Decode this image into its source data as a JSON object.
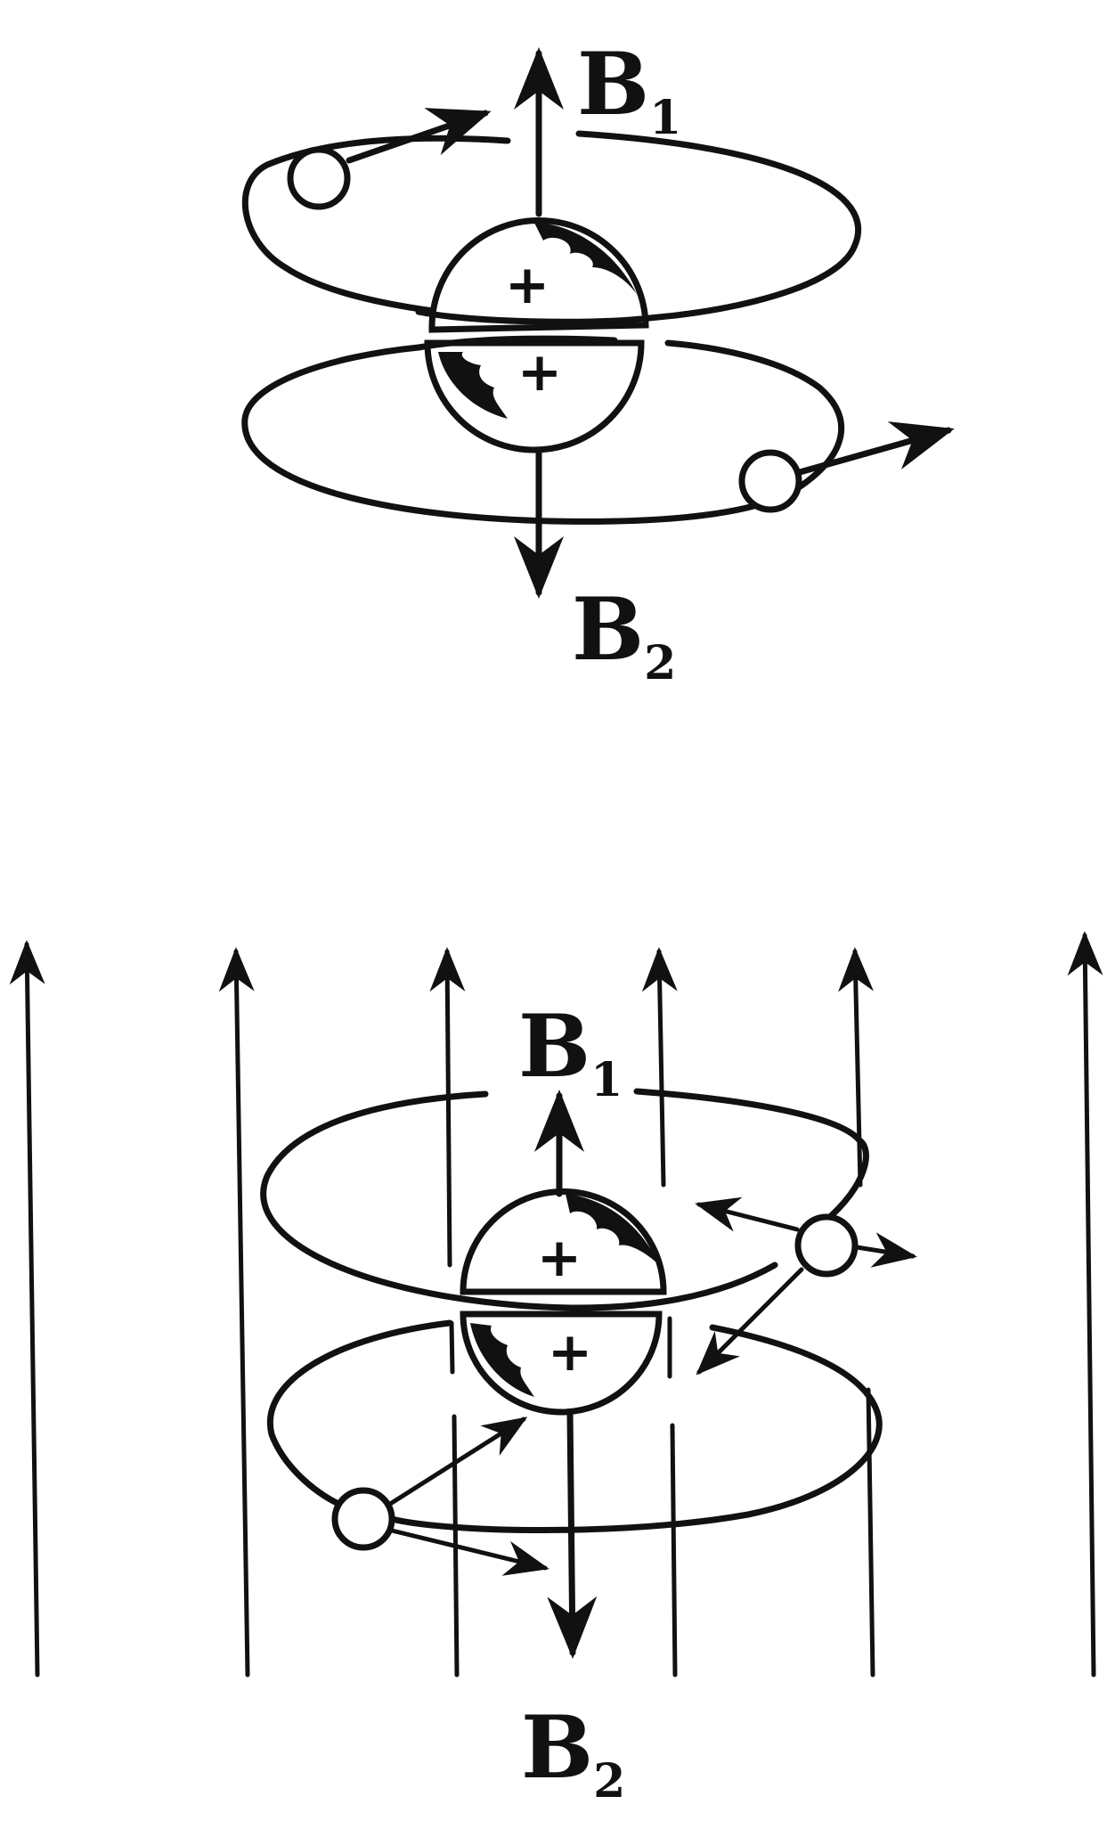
{
  "top_diagram": {
    "label_b1": {
      "letter": "B",
      "subscript": "1"
    },
    "label_b2": {
      "letter": "B",
      "subscript": "2"
    },
    "nucleus_upper_sign": "+",
    "nucleus_lower_sign": "+"
  },
  "bottom_diagram": {
    "label_b1": {
      "letter": "B",
      "subscript": "1"
    },
    "label_b2": {
      "letter": "B",
      "subscript": "2"
    },
    "nucleus_upper_sign": "+",
    "nucleus_lower_sign": "+"
  },
  "colors": {
    "ink": "#111111",
    "background": "#ffffff"
  }
}
